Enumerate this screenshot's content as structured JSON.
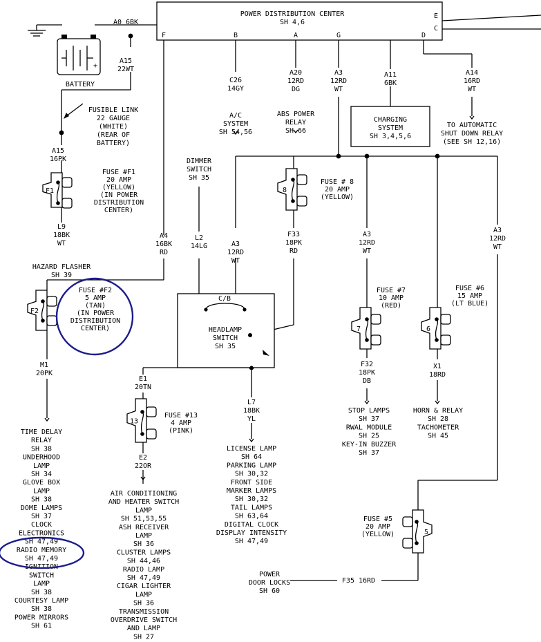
{
  "pdc": {
    "title": "POWER DISTRIBUTION CENTER",
    "sheet": "SH 4,6",
    "pins": {
      "f": "F",
      "b": "B",
      "a": "A",
      "g": "G",
      "d": "D",
      "e": "E",
      "c": "C"
    }
  },
  "battery": {
    "label": "BATTERY",
    "plus": "+"
  },
  "wires": {
    "a0": "A0  6BK",
    "a15_top": [
      "A15",
      "22WT"
    ],
    "a15_bot": [
      "A15",
      "16PK"
    ],
    "l9": [
      "L9",
      "18BK",
      "WT"
    ],
    "a4": [
      "A4",
      "16BK",
      "RD"
    ],
    "m1": [
      "M1",
      "20PK"
    ],
    "c26": [
      "C26",
      "14GY"
    ],
    "a20": [
      "A20",
      "12RD",
      "DG"
    ],
    "a3_g": [
      "A3",
      "12RD",
      "WT"
    ],
    "a11": [
      "A11",
      "6BK"
    ],
    "a14": [
      "A14",
      "16RD",
      "WT"
    ],
    "l2": [
      "L2",
      "14LG"
    ],
    "a3_dim": [
      "A3",
      "12RD",
      "WT"
    ],
    "f33": [
      "F33",
      "18PK",
      "RD"
    ],
    "a3_f7": [
      "A3",
      "12RD",
      "WT"
    ],
    "a3_f5": [
      "A3",
      "12RD",
      "WT"
    ],
    "e1": [
      "E1",
      "20TN"
    ],
    "e2": [
      "E2",
      "22OR"
    ],
    "l7": [
      "L7",
      "18BK",
      "YL"
    ],
    "f32": [
      "F32",
      "18PK",
      "DB"
    ],
    "x1": [
      "X1",
      "18RD"
    ],
    "f35": "F35  16RD"
  },
  "fusible_link": [
    "FUSIBLE LINK",
    "22 GAUGE",
    "(WHITE)",
    "(REAR OF",
    "BATTERY)"
  ],
  "fuses": {
    "f1": {
      "num": "F1",
      "lines": [
        "FUSE #F1",
        "20 AMP",
        "(YELLOW)",
        "(IN POWER",
        "DISTRIBUTION",
        "CENTER)"
      ]
    },
    "f2": {
      "num": "F2",
      "lines": [
        "FUSE #F2",
        "5 AMP",
        "(TAN)",
        "(IN POWER",
        "DISTRIBUTION",
        "CENTER)"
      ]
    },
    "f8": {
      "num": "8",
      "lines": [
        "FUSE # 8",
        "20 AMP",
        "(YELLOW)"
      ]
    },
    "f7": {
      "num": "7",
      "lines": [
        "FUSE #7",
        "10 AMP",
        "(RED)"
      ]
    },
    "f6": {
      "num": "6",
      "lines": [
        "FUSE #6",
        "15 AMP",
        "(LT BLUE)"
      ]
    },
    "f13": {
      "num": "13",
      "lines": [
        "FUSE #13",
        "4 AMP",
        "(PINK)"
      ]
    },
    "f5": {
      "num": "5",
      "lines": [
        "FUSE #5",
        "20 AMP",
        "(YELLOW)"
      ]
    }
  },
  "labels": {
    "ac": [
      "A/C",
      "SYSTEM",
      "SH 54,56"
    ],
    "abs": [
      "ABS POWER",
      "RELAY",
      "SH 66"
    ],
    "charging": [
      "CHARGING",
      "SYSTEM",
      "SH 3,4,5,6"
    ],
    "asd": [
      "TO AUTOMATIC",
      "SHUT DOWN RELAY",
      "(SEE SH 12,16)"
    ],
    "dimmer": [
      "DIMMER",
      "SWITCH",
      "SH 35"
    ],
    "hazard": [
      "HAZARD FLASHER",
      "SH 39"
    ],
    "headlamp": {
      "cb": "C/B",
      "lines": [
        "HEADLAMP",
        "SWITCH",
        "SH 35"
      ]
    },
    "left_list": [
      "TIME DELAY",
      "RELAY",
      "SH 38",
      "UNDERHOOD",
      "LAMP",
      "SH 34",
      "GLOVE BOX",
      "LAMP",
      "SH 38",
      "DOME LAMPS",
      "SH 37",
      "CLOCK",
      "ELECTRONICS",
      "SH 47,49",
      "RADIO MEMORY",
      "SH 47,49",
      "IGNITION",
      "SWITCH",
      "LAMP",
      "SH 38",
      "COURTESY LAMP",
      "SH 38",
      "POWER MIRRORS",
      "SH 61"
    ],
    "mid_list": [
      "AIR CONDITIONING",
      "AND HEATER SWITCH",
      "LAMP",
      "SH 51,53,55",
      "ASH RECEIVER",
      "LAMP",
      "SH 36",
      "CLUSTER LAMPS",
      "SH 44,46",
      "RADIO LAMP",
      "SH 47,49",
      "CIGAR LIGHTER",
      "LAMP",
      "SH 36",
      "TRANSMISSION",
      "OVERDRIVE SWITCH",
      "AND LAMP",
      "SH 27"
    ],
    "l7_list": [
      "LICENSE LAMP",
      "SH 64",
      "PARKING LAMP",
      "SH 30,32",
      "FRONT SIDE",
      "MARKER LAMPS",
      "SH 30,32",
      "TAIL LAMPS",
      "SH 63,64",
      "DIGITAL CLOCK",
      "DISPLAY INTENSITY",
      "SH 47,49"
    ],
    "stop_list": [
      "STOP LAMPS",
      "SH 37",
      "RWAL MODULE",
      "SH 25",
      "KEY-IN BUZZER",
      "SH 37"
    ],
    "horn_list": [
      "HORN & RELAY",
      "SH 28",
      "TACHOMETER",
      "SH 45"
    ],
    "locks": [
      "POWER",
      "DOOR LOCKS",
      "SH 60"
    ]
  }
}
